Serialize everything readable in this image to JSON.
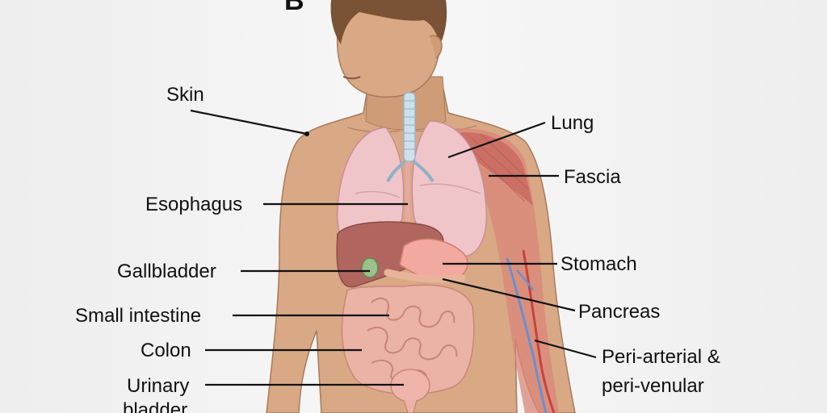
{
  "panel_letter": "B",
  "labels": {
    "skin": "Skin",
    "esophagus": "Esophagus",
    "gallbladder": "Gallbladder",
    "small_intestine": "Small intestine",
    "colon": "Colon",
    "urinary_bladder_1": "Urinary",
    "urinary_bladder_2": "bladder",
    "lung": "Lung",
    "fascia": "Fascia",
    "stomach": "Stomach",
    "pancreas": "Pancreas",
    "vascular_1": "Peri-arterial &",
    "vascular_2": "peri-venular"
  },
  "colors": {
    "background": "#f2f2f2",
    "skin": "#d9a985",
    "lung": "#f0c5ca",
    "liver": "#b0665f",
    "intestine": "#eab3a6",
    "muscle": "#d9877a",
    "artery": "#c8433c",
    "vein": "#6a8fcf"
  }
}
